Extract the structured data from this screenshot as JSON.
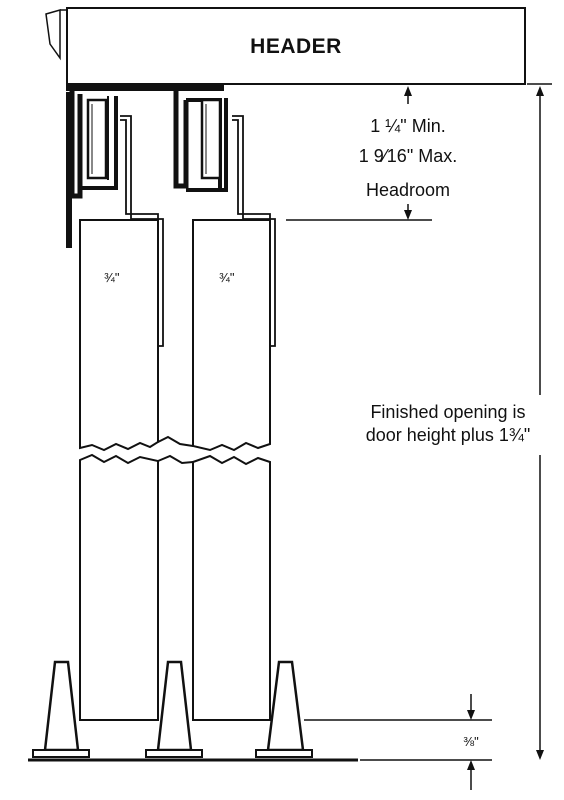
{
  "header": {
    "label": "HEADER"
  },
  "headroom": {
    "min_text": "1 ¼\" Min.",
    "max_text": "1 9⁄16\" Max.",
    "label": "Headroom"
  },
  "doors": {
    "left_thickness": "¾\"",
    "right_thickness": "¾\""
  },
  "opening": {
    "line1": "Finished opening is",
    "line2": "door height plus 1¾\""
  },
  "floor_gap": {
    "label": "⅜\""
  },
  "colors": {
    "ink": "#111111",
    "paper": "#ffffff"
  }
}
